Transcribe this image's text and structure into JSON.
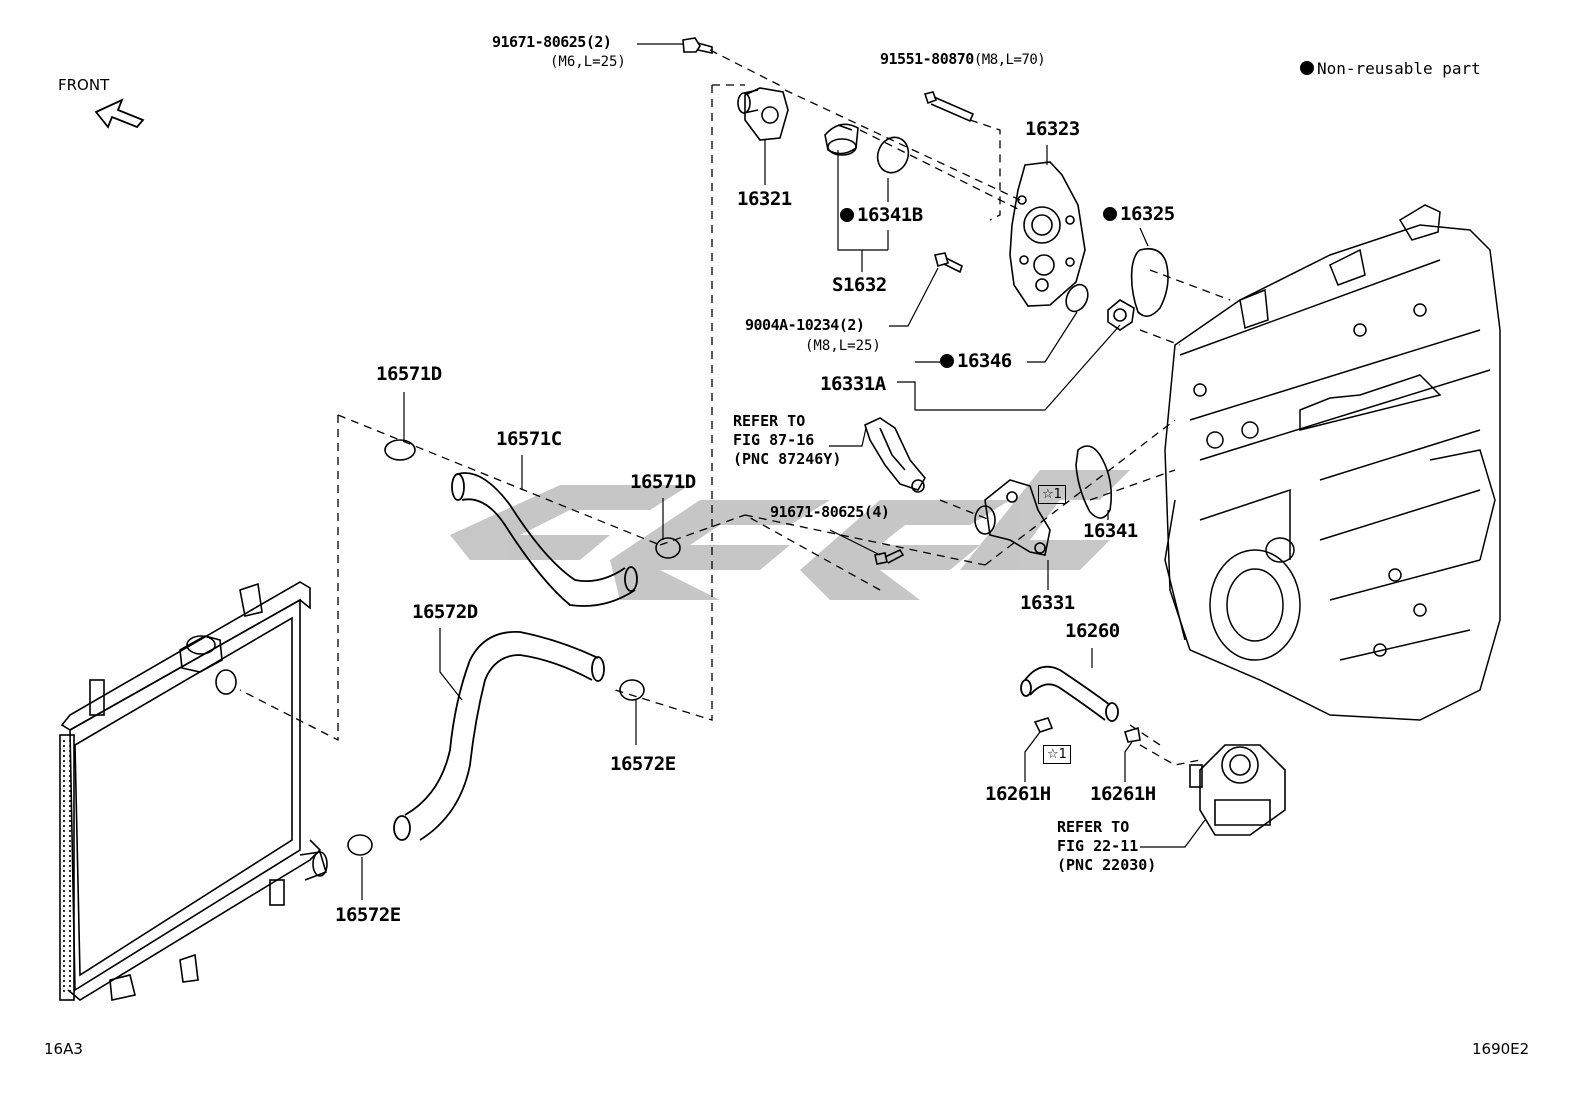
{
  "header": {
    "front": "FRONT",
    "legend": "Non-reusable part"
  },
  "footer": {
    "left_code": "16A3",
    "right_code": "1690E2"
  },
  "parts": {
    "bolt_top": "91671-80625(2)",
    "bolt_top_spec": "(M6,L=25)",
    "stud": "91551-80870",
    "stud_spec": "(M8,L=70)",
    "p16323": "16323",
    "p16321": "16321",
    "p16341B": "16341B",
    "p16325": "16325",
    "pS1632": "S1632",
    "bolt_mid": "9004A-10234(2)",
    "bolt_mid_spec": "(M8,L=25)",
    "p16346": "16346",
    "p16331A": "16331A",
    "p16571D_a": "16571D",
    "p16571C": "16571C",
    "p16571D_b": "16571D",
    "bolt_low": "91671-80625(4)",
    "p16341": "16341",
    "p16331": "16331",
    "p16572D": "16572D",
    "p16572E_a": "16572E",
    "p16260": "16260",
    "p16261H_a": "16261H",
    "p16261H_b": "16261H",
    "p16572E_b": "16572E"
  },
  "refs": {
    "ref1": [
      "REFER TO",
      "FIG 87-16",
      "(PNC 87246Y)"
    ],
    "ref2": [
      "REFER TO",
      "FIG 22-11",
      "(PNC 22030)"
    ]
  },
  "markers": {
    "star1": "☆1",
    "star2": "☆1"
  },
  "colors": {
    "line": "#000000",
    "watermark": "#bdbdbd"
  }
}
